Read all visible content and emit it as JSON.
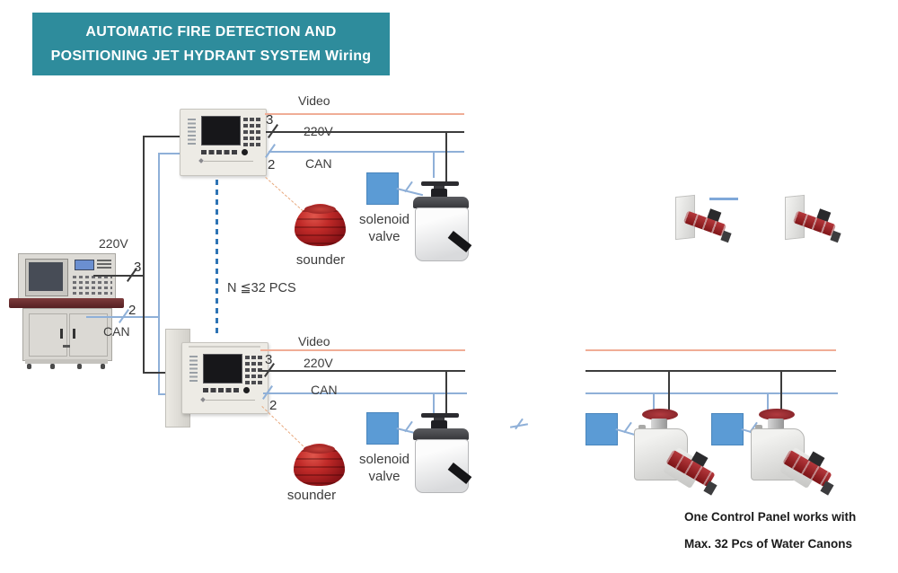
{
  "banner": {
    "line1": "AUTOMATIC FIRE DETECTION AND",
    "line2": "POSITIONING JET HYDRANT SYSTEM Wiring"
  },
  "console_area": {
    "power_label": "220V",
    "power_count": "3",
    "can_count": "2",
    "can_label": "CAN"
  },
  "branches": [
    {
      "video_label": "Video",
      "power_count": "3",
      "power_label": "220V",
      "can_count": "2",
      "can_label": "CAN",
      "sounder_label": "sounder",
      "solenoid_line1": "solenoid",
      "solenoid_line2": "valve"
    },
    {
      "video_label": "Video",
      "power_count": "3",
      "power_label": "220V",
      "can_count": "2",
      "can_label": "CAN",
      "sounder_label": "sounder",
      "solenoid_line1": "solenoid",
      "solenoid_line2": "valve"
    }
  ],
  "notes": {
    "capacity": "N ≦32 PCS",
    "footnote_line1": "One Control Panel works with",
    "footnote_line2": "Max. 32 Pcs of Water Canons"
  },
  "colors": {
    "banner_bg": "#2e8c9c",
    "video_wire": "#f0ad96",
    "power_wire": "#3c3c3c",
    "can_wire": "#8fb0d8",
    "solenoid_blue": "#5b9bd5",
    "sounder_red": "#a81e22",
    "canon_red": "#9e2b2e",
    "dashed_guide": "#2e74b5"
  }
}
